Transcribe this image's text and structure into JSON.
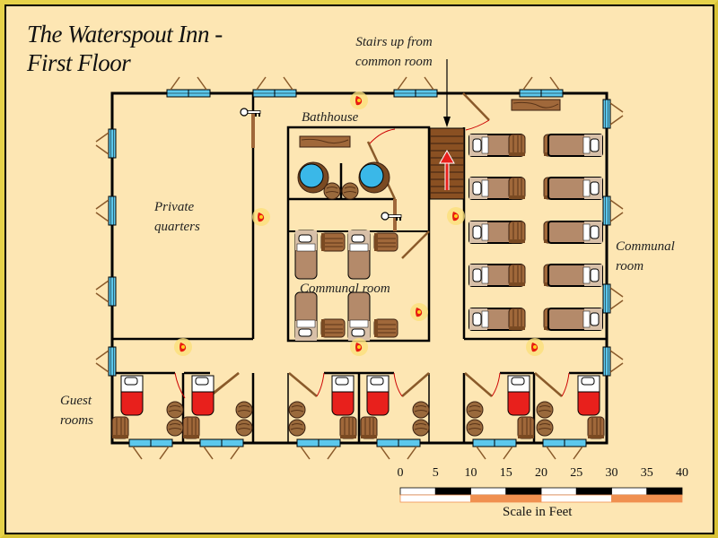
{
  "map": {
    "title_line1": "The Waterspout Inn -",
    "title_line2": "First Floor",
    "colors": {
      "parchment": "#fde6b3",
      "frame": "#e6d24a",
      "wall": "#000000",
      "window": "#5cc8ec",
      "wood": "#a0683a",
      "bed_blanket_guest": "#e8201c",
      "bed_blanket_communal": "#b48a6a",
      "door_swing": "#cc0000",
      "tub_water": "#3ab8e8",
      "scale_orange": "#f09050"
    },
    "annotation": {
      "line1": "Stairs up from",
      "line2": "common room"
    },
    "rooms": [
      {
        "id": "private",
        "line1": "Private",
        "line2": "quarters"
      },
      {
        "id": "bathhouse",
        "line1": "Bathhouse",
        "line2": ""
      },
      {
        "id": "communal-center",
        "line1": "Communal room",
        "line2": ""
      },
      {
        "id": "communal-east",
        "line1": "Communal",
        "line2": "room"
      },
      {
        "id": "guest",
        "line1": "Guest",
        "line2": "rooms"
      }
    ],
    "scale": {
      "ticks": [
        "0",
        "5",
        "10",
        "15",
        "20",
        "25",
        "30",
        "35",
        "40"
      ],
      "caption": "Scale in Feet",
      "units": "feet",
      "max": 40
    },
    "icons": {
      "stairs": "stairs-up-icon",
      "key": "key-icon",
      "torch": "wall-torch-icon",
      "bed": "bed-icon",
      "barrel": "barrel-icon",
      "tub": "bathtub-icon",
      "bench": "bench-icon"
    }
  }
}
